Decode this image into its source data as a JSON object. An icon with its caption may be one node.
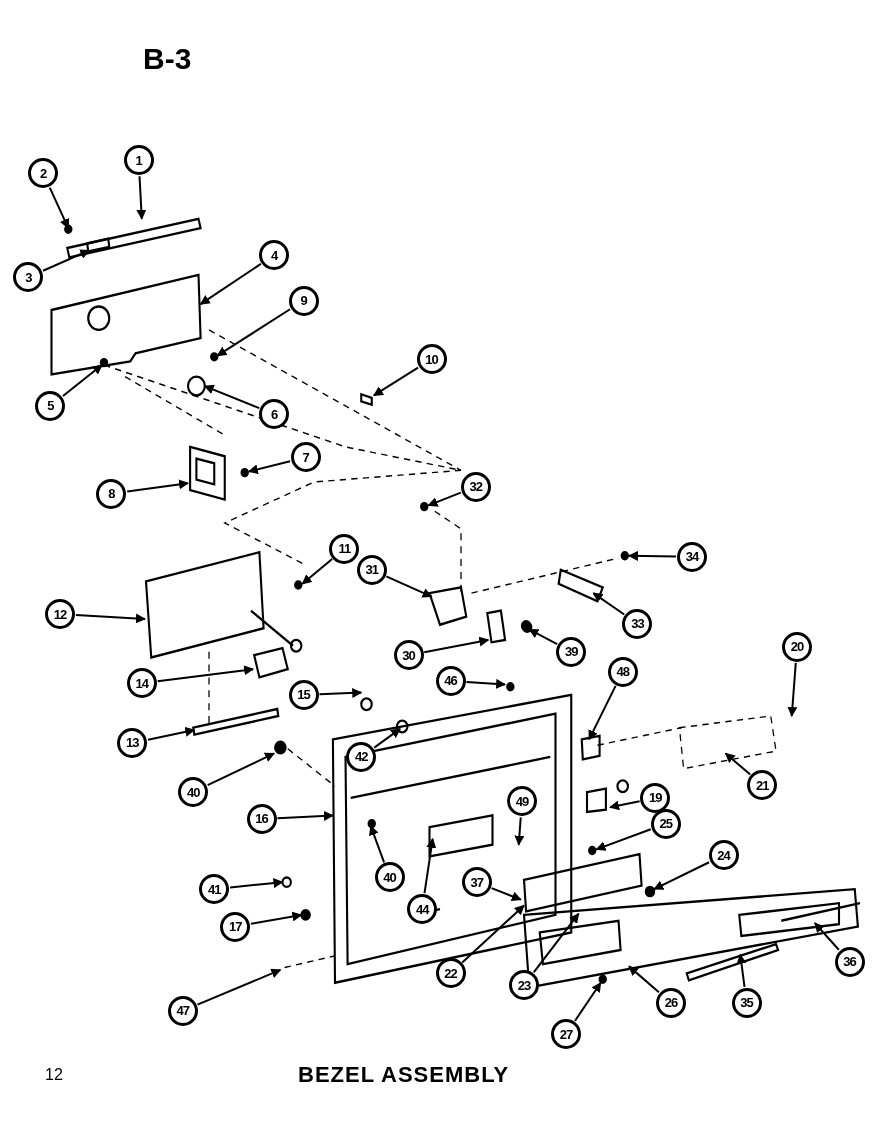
{
  "diagram": {
    "title": "B-3",
    "caption": "BEZEL ASSEMBLY",
    "nodes": [
      {
        "text": [
          "1"
        ]
      },
      {
        "text": [
          "2"
        ]
      },
      {
        "text": [
          "3"
        ]
      },
      {
        "text": [
          "4"
        ]
      },
      {
        "text": [
          "9"
        ]
      },
      {
        "text": [
          "10"
        ]
      },
      {
        "text": [
          "5"
        ]
      },
      {
        "text": [
          "6"
        ]
      },
      {
        "text": [
          "7"
        ]
      },
      {
        "text": [
          "8"
        ]
      },
      {
        "text": [
          "32"
        ]
      },
      {
        "text": [
          "11"
        ]
      },
      {
        "text": [
          "34"
        ]
      },
      {
        "text": [
          "31"
        ]
      },
      {
        "text": [
          "33"
        ]
      },
      {
        "text": [
          "12"
        ]
      },
      {
        "text": [
          "30"
        ]
      },
      {
        "text": [
          "39"
        ]
      },
      {
        "text": [
          "20"
        ]
      },
      {
        "text": [
          "14"
        ]
      },
      {
        "text": [
          "46"
        ]
      },
      {
        "text": [
          "48"
        ]
      },
      {
        "text": [
          "15"
        ]
      },
      {
        "text": [
          "42"
        ]
      },
      {
        "text": [
          "19"
        ]
      },
      {
        "text": [
          "13"
        ]
      },
      {
        "text": [
          "21"
        ]
      },
      {
        "text": [
          "40"
        ]
      },
      {
        "text": [
          "16"
        ]
      },
      {
        "text": [
          "49"
        ]
      },
      {
        "text": [
          "40"
        ]
      },
      {
        "text": [
          "41"
        ]
      },
      {
        "text": [
          "25"
        ]
      },
      {
        "text": [
          "24"
        ]
      },
      {
        "text": [
          "44"
        ]
      },
      {
        "text": [
          "37"
        ]
      },
      {
        "text": [
          "17"
        ]
      },
      {
        "text": [
          "22"
        ]
      },
      {
        "text": [
          "23"
        ]
      },
      {
        "text": [
          "36"
        ]
      },
      {
        "text": [
          "35"
        ]
      },
      {
        "text": [
          "26"
        ]
      },
      {
        "text": [
          "47"
        ]
      },
      {
        "text": [
          "27"
        ]
      }
    ],
    "edges": [
      {
        "from": 0,
        "to": null,
        "arrow": "to"
      },
      {
        "from": 1,
        "to": null,
        "arrow": "to"
      },
      {
        "from": 2,
        "to": null,
        "arrow": "to"
      },
      {
        "from": 3,
        "to": null,
        "arrow": "to"
      },
      {
        "from": 4,
        "to": null,
        "arrow": "to"
      },
      {
        "from": 5,
        "to": null,
        "arrow": "to"
      },
      {
        "from": 6,
        "to": null,
        "arrow": "to"
      },
      {
        "from": 7,
        "to": null,
        "arrow": "to"
      },
      {
        "from": 8,
        "to": null,
        "arrow": "to"
      },
      {
        "from": 9,
        "to": null,
        "arrow": "to"
      },
      {
        "from": 10,
        "to": null,
        "arrow": "to"
      },
      {
        "from": 11,
        "to": null,
        "arrow": "to"
      },
      {
        "from": 12,
        "to": null,
        "arrow": "to"
      },
      {
        "from": 13,
        "to": null,
        "arrow": "to"
      },
      {
        "from": 14,
        "to": null,
        "arrow": "to"
      },
      {
        "from": 15,
        "to": null,
        "arrow": "to"
      },
      {
        "from": 16,
        "to": null,
        "arrow": "to"
      },
      {
        "from": 17,
        "to": null,
        "arrow": "to"
      },
      {
        "from": 18,
        "to": null,
        "arrow": "to"
      },
      {
        "from": 19,
        "to": null,
        "arrow": "to"
      },
      {
        "from": 20,
        "to": null,
        "arrow": "to"
      },
      {
        "from": 21,
        "to": null,
        "arrow": "to"
      },
      {
        "from": 22,
        "to": null,
        "arrow": "to"
      },
      {
        "from": 23,
        "to": null,
        "arrow": "to"
      },
      {
        "from": 24,
        "to": null,
        "arrow": "to"
      },
      {
        "from": 25,
        "to": null,
        "arrow": "to"
      },
      {
        "from": 26,
        "to": null,
        "arrow": "to"
      },
      {
        "from": 27,
        "to": null,
        "arrow": "to"
      },
      {
        "from": 28,
        "to": null,
        "arrow": "to"
      },
      {
        "from": 29,
        "to": null,
        "arrow": "to"
      },
      {
        "from": 30,
        "to": null,
        "arrow": "to"
      },
      {
        "from": 31,
        "to": null,
        "arrow": "to"
      },
      {
        "from": 32,
        "to": null,
        "arrow": "to"
      },
      {
        "from": 33,
        "to": null,
        "arrow": "to"
      },
      {
        "from": 34,
        "to": null,
        "arrow": "to"
      },
      {
        "from": 35,
        "to": null,
        "arrow": "to"
      },
      {
        "from": 36,
        "to": null,
        "arrow": "to"
      },
      {
        "from": 37,
        "to": null,
        "arrow": "to"
      },
      {
        "from": 38,
        "to": null,
        "arrow": "to"
      },
      {
        "from": 39,
        "to": null,
        "arrow": "to"
      },
      {
        "from": 40,
        "to": null,
        "arrow": "to"
      },
      {
        "from": 41,
        "to": null,
        "arrow": "to"
      },
      {
        "from": 42,
        "to": null,
        "arrow": "to"
      },
      {
        "from": 43,
        "to": null,
        "arrow": "to"
      }
    ],
    "labels": [
      "12"
    ]
  }
}
